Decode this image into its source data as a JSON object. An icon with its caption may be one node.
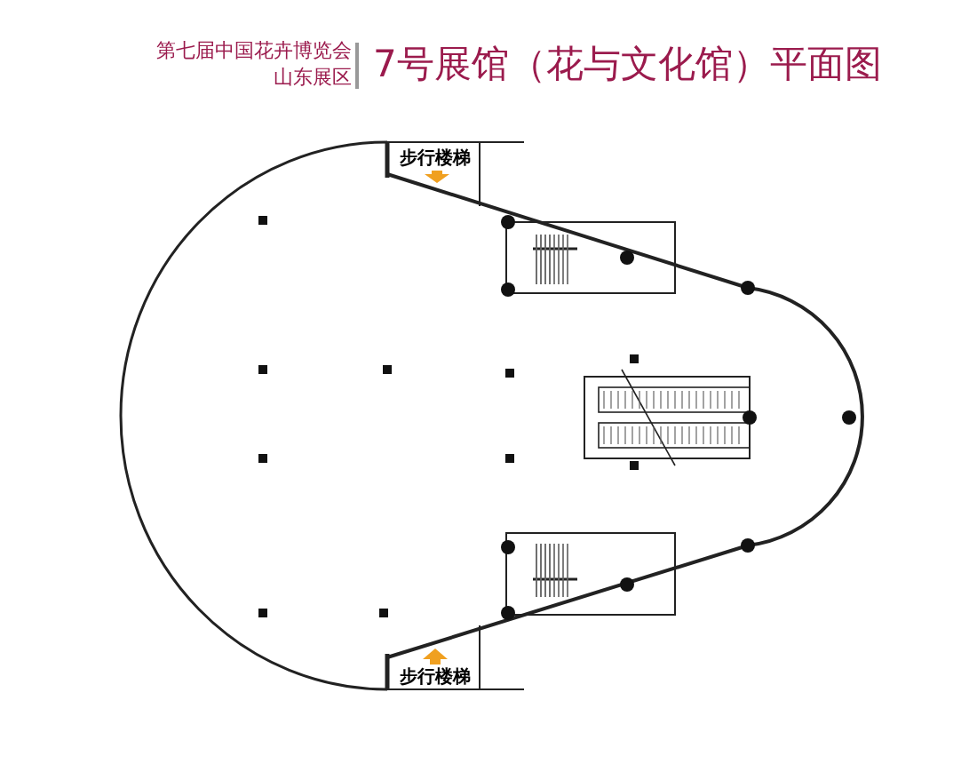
{
  "diagram": {
    "title": "7号展馆（花与文化馆）平面图",
    "labels": [
      "第七届中国花卉博览会",
      "山东展区",
      "步行楼梯",
      "步行楼梯"
    ]
  }
}
